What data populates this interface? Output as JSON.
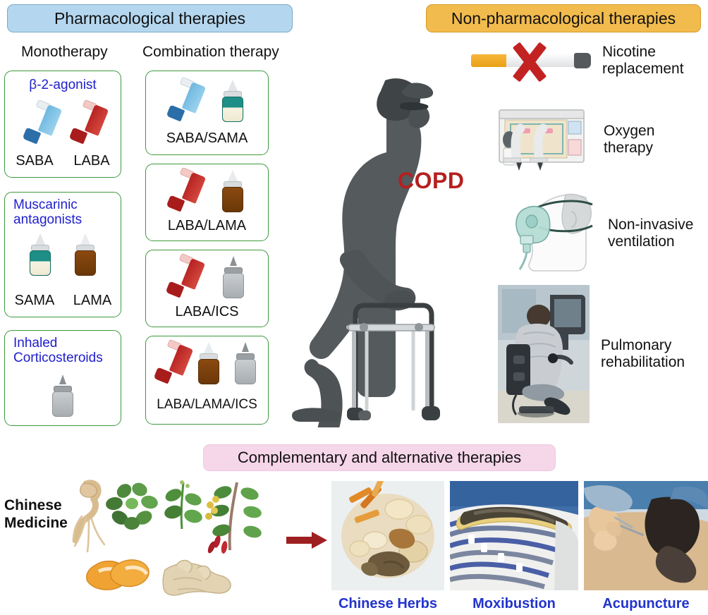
{
  "headers": {
    "pharmacological": "Pharmacological therapies",
    "non_pharmacological": "Non-pharmacological therapies",
    "complementary": "Complementary and alternative therapies"
  },
  "colors": {
    "pharm_pill_bg": "#b4d7ef",
    "nonpharm_pill_bg": "#f2bb4d",
    "cam_pill_bg": "#f6d6e9",
    "card_border": "#3d9a3d",
    "card_title_text": "#2020cc",
    "copd_text": "#b52020",
    "caption_text": "#2233cc"
  },
  "pharmacological": {
    "column_headings": {
      "monotherapy": "Monotherapy",
      "combination": "Combination therapy"
    },
    "monotherapy_cards": [
      {
        "title": "β-2-agonist",
        "drugs": [
          {
            "label": "SABA",
            "icon": "blue-inhaler-icon"
          },
          {
            "label": "LABA",
            "icon": "red-inhaler-icon"
          }
        ]
      },
      {
        "title": "Muscarinic\nantagonists",
        "drugs": [
          {
            "label": "SAMA",
            "icon": "teal-bottle-icon"
          },
          {
            "label": "LAMA",
            "icon": "brown-bottle-icon"
          }
        ]
      },
      {
        "title": "Inhaled\nCorticosteroids",
        "drugs": [
          {
            "label": "",
            "icon": "grey-dropper-bottle-icon"
          }
        ]
      }
    ],
    "combination_cards": [
      {
        "label": "SABA/SAMA",
        "icons": [
          "blue-inhaler-icon",
          "teal-bottle-icon"
        ]
      },
      {
        "label": "LABA/LAMA",
        "icons": [
          "red-inhaler-icon",
          "brown-bottle-icon"
        ]
      },
      {
        "label": "LABA/ICS",
        "icons": [
          "red-inhaler-icon",
          "grey-dropper-bottle-icon"
        ]
      },
      {
        "label": "LABA/LAMA/ICS",
        "icons": [
          "red-inhaler-icon",
          "brown-bottle-icon",
          "grey-dropper-bottle-icon"
        ]
      }
    ]
  },
  "center": {
    "figure": "elderly-man-with-walker-silhouette",
    "disease_label": "COPD"
  },
  "non_pharmacological": {
    "items": [
      {
        "label": "Nicotine\nreplacement",
        "line1": "Nicotine",
        "line2": "replacement",
        "icon": "crossed-out-cigarette-icon"
      },
      {
        "label": "Oxygen\ntherapy",
        "line1": "Oxygen",
        "line2": "therapy",
        "icon": "oxygen-concentrator-icon"
      },
      {
        "label": "Non-invasive\nventilation",
        "line1": "Non-invasive",
        "line2": "ventilation",
        "icon": "oxygen-mask-patient-icon"
      },
      {
        "label": "Pulmonary\nrehabilitation",
        "line1": "Pulmonary",
        "line2": "rehabilitation",
        "icon": "rehabilitation-ergometer-photo"
      }
    ]
  },
  "complementary": {
    "source_label_line1": "Chinese",
    "source_label_line2": "Medicine",
    "herbs_illustration": "ginseng-citrus-peel-ginger-herb-plants",
    "arrow": "right-arrow-icon",
    "photos": [
      {
        "caption": "Chinese Herbs",
        "image": "dried-chinese-herbs-photo"
      },
      {
        "caption": "Moxibustion",
        "image": "moxibustion-on-back-photo"
      },
      {
        "caption": "Acupuncture",
        "image": "acupuncture-needling-photo"
      }
    ]
  }
}
